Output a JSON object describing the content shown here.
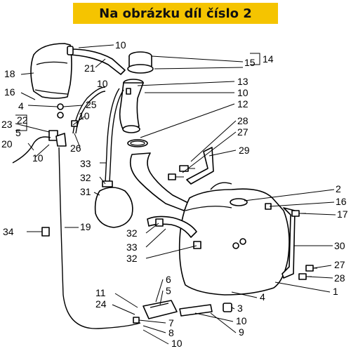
{
  "banner": {
    "title": "Na obrázku díl číslo 2"
  },
  "callouts": [
    {
      "id": "c10a",
      "text": "10"
    },
    {
      "id": "c21",
      "text": "21"
    },
    {
      "id": "c15",
      "text": "15"
    },
    {
      "id": "c14",
      "text": "14"
    },
    {
      "id": "c18",
      "text": "18"
    },
    {
      "id": "c16a",
      "text": "16"
    },
    {
      "id": "c25",
      "text": "25"
    },
    {
      "id": "c10b",
      "text": "10"
    },
    {
      "id": "c13",
      "text": "13"
    },
    {
      "id": "c10c",
      "text": "10"
    },
    {
      "id": "c4a",
      "text": "4"
    },
    {
      "id": "c10d",
      "text": "10"
    },
    {
      "id": "c12",
      "text": "12"
    },
    {
      "id": "c23",
      "text": "23"
    },
    {
      "id": "c22",
      "text": "22"
    },
    {
      "id": "c5a",
      "text": "5"
    },
    {
      "id": "c28a",
      "text": "28"
    },
    {
      "id": "c27a",
      "text": "27"
    },
    {
      "id": "c20",
      "text": "20"
    },
    {
      "id": "c26",
      "text": "26"
    },
    {
      "id": "c29",
      "text": "29"
    },
    {
      "id": "c10e",
      "text": "10"
    },
    {
      "id": "c33a",
      "text": "33"
    },
    {
      "id": "c32a",
      "text": "32"
    },
    {
      "id": "c2",
      "text": "2"
    },
    {
      "id": "c31",
      "text": "31"
    },
    {
      "id": "c16b",
      "text": "16"
    },
    {
      "id": "c17",
      "text": "17"
    },
    {
      "id": "c34",
      "text": "34"
    },
    {
      "id": "c19",
      "text": "19"
    },
    {
      "id": "c32b",
      "text": "32"
    },
    {
      "id": "c33b",
      "text": "33"
    },
    {
      "id": "c32c",
      "text": "32"
    },
    {
      "id": "c30",
      "text": "30"
    },
    {
      "id": "c27b",
      "text": "27"
    },
    {
      "id": "c28b",
      "text": "28"
    },
    {
      "id": "c6",
      "text": "6"
    },
    {
      "id": "c5b",
      "text": "5"
    },
    {
      "id": "c11",
      "text": "11"
    },
    {
      "id": "c4b",
      "text": "4"
    },
    {
      "id": "c1",
      "text": "1"
    },
    {
      "id": "c24",
      "text": "24"
    },
    {
      "id": "c3",
      "text": "3"
    },
    {
      "id": "c7",
      "text": "7"
    },
    {
      "id": "c8",
      "text": "8"
    },
    {
      "id": "c10f",
      "text": "10"
    },
    {
      "id": "c9",
      "text": "9"
    },
    {
      "id": "c10g",
      "text": "10"
    }
  ]
}
